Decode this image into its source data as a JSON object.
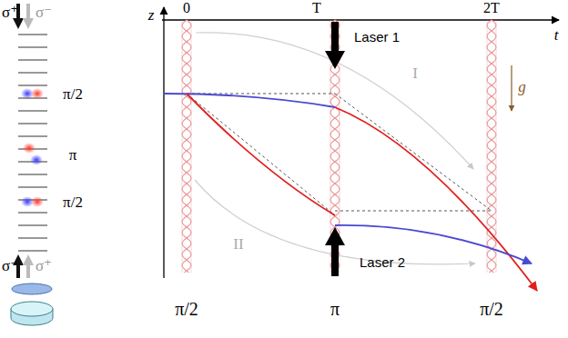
{
  "diagram": {
    "labels": [
      "σ⁺",
      "σ⁻",
      "π/2",
      "π",
      "π/2",
      "σ⁻",
      "σ⁺",
      "z",
      "t",
      "0",
      "T",
      "2T",
      "Laser 1",
      "Laser 2",
      "I",
      "II",
      "g⃗",
      "π/2",
      "π",
      "π/2"
    ]
  }
}
